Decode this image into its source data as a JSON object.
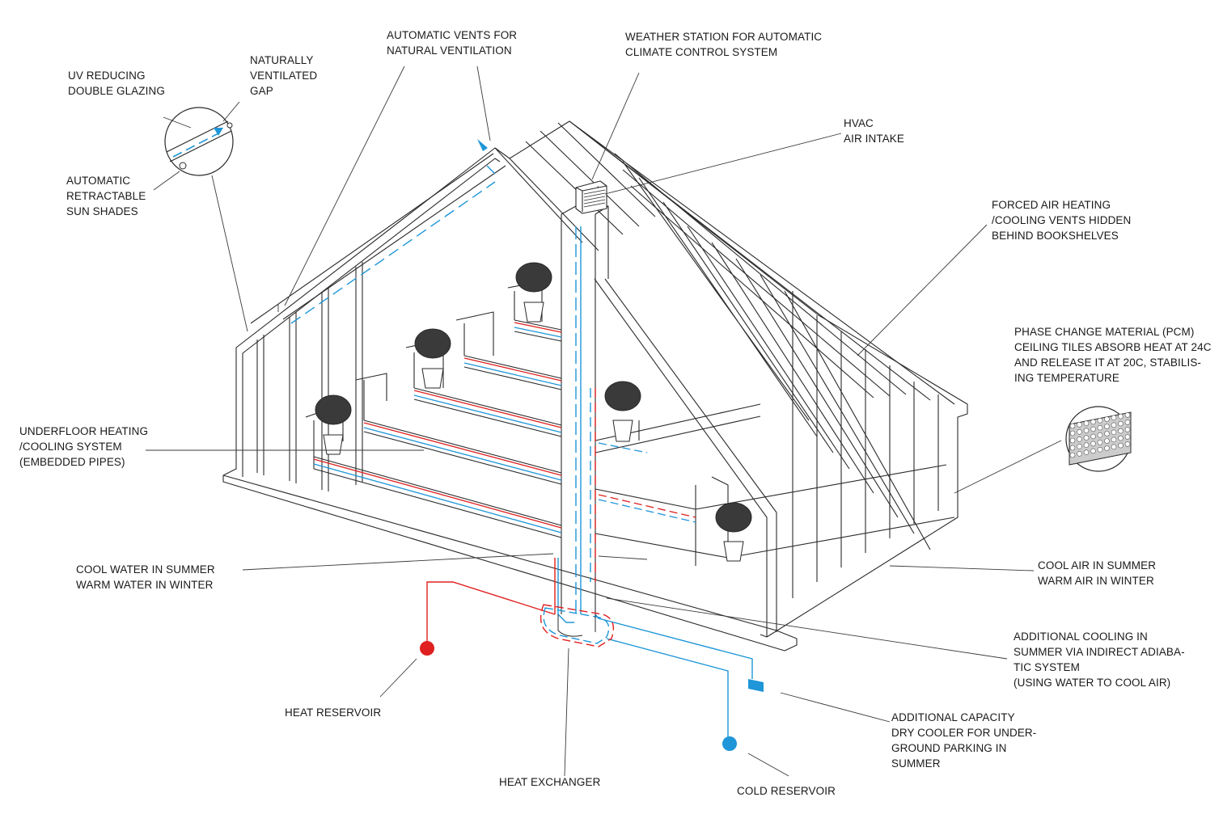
{
  "colors": {
    "line": "#2a2a2a",
    "leader": "#3a3a3a",
    "hot": "#e02020",
    "cold": "#1e96d8"
  },
  "labels": {
    "uv_glazing": [
      "UV REDUCING",
      "DOUBLE GLAZING"
    ],
    "ventilated_gap": [
      "NATURALLY",
      "VENTILATED",
      "GAP"
    ],
    "sun_shades": [
      "AUTOMATIC",
      "RETRACTABLE",
      "SUN SHADES"
    ],
    "auto_vents": [
      "AUTOMATIC VENTS FOR",
      "NATURAL VENTILATION"
    ],
    "weather_station": [
      "WEATHER STATION FOR AUTOMATIC",
      "CLIMATE CONTROL SYSTEM"
    ],
    "hvac": [
      "HVAC",
      "AIR INTAKE"
    ],
    "forced_air": [
      "FORCED AIR HEATING",
      "/COOLING VENTS HIDDEN",
      "BEHIND BOOKSHELVES"
    ],
    "pcm": [
      "PHASE CHANGE MATERIAL (PCM)",
      "CEILING TILES ABSORB HEAT AT 24C",
      "AND RELEASE IT AT 20C, STABILIS-",
      "ING TEMPERATURE"
    ],
    "underfloor": [
      "UNDERFLOOR HEATING",
      "/COOLING SYSTEM",
      "(EMBEDDED PIPES)"
    ],
    "water": [
      "COOL WATER IN SUMMER",
      "WARM WATER IN WINTER"
    ],
    "air": [
      "COOL AIR IN SUMMER",
      "WARM AIR IN WINTER"
    ],
    "adiabatic": [
      "ADDITIONAL COOLING IN",
      "SUMMER VIA INDIRECT ADIABA-",
      "TIC SYSTEM",
      "(USING WATER TO COOL AIR)"
    ],
    "dry_cooler": [
      "ADDITIONAL CAPACITY",
      "DRY COOLER FOR UNDER-",
      "GROUND PARKING IN",
      "SUMMER"
    ],
    "heat_reservoir": [
      "HEAT RESERVOIR"
    ],
    "heat_exchanger": [
      "HEAT EXCHANGER"
    ],
    "cold_reservoir": [
      "COLD RESERVOIR"
    ]
  }
}
